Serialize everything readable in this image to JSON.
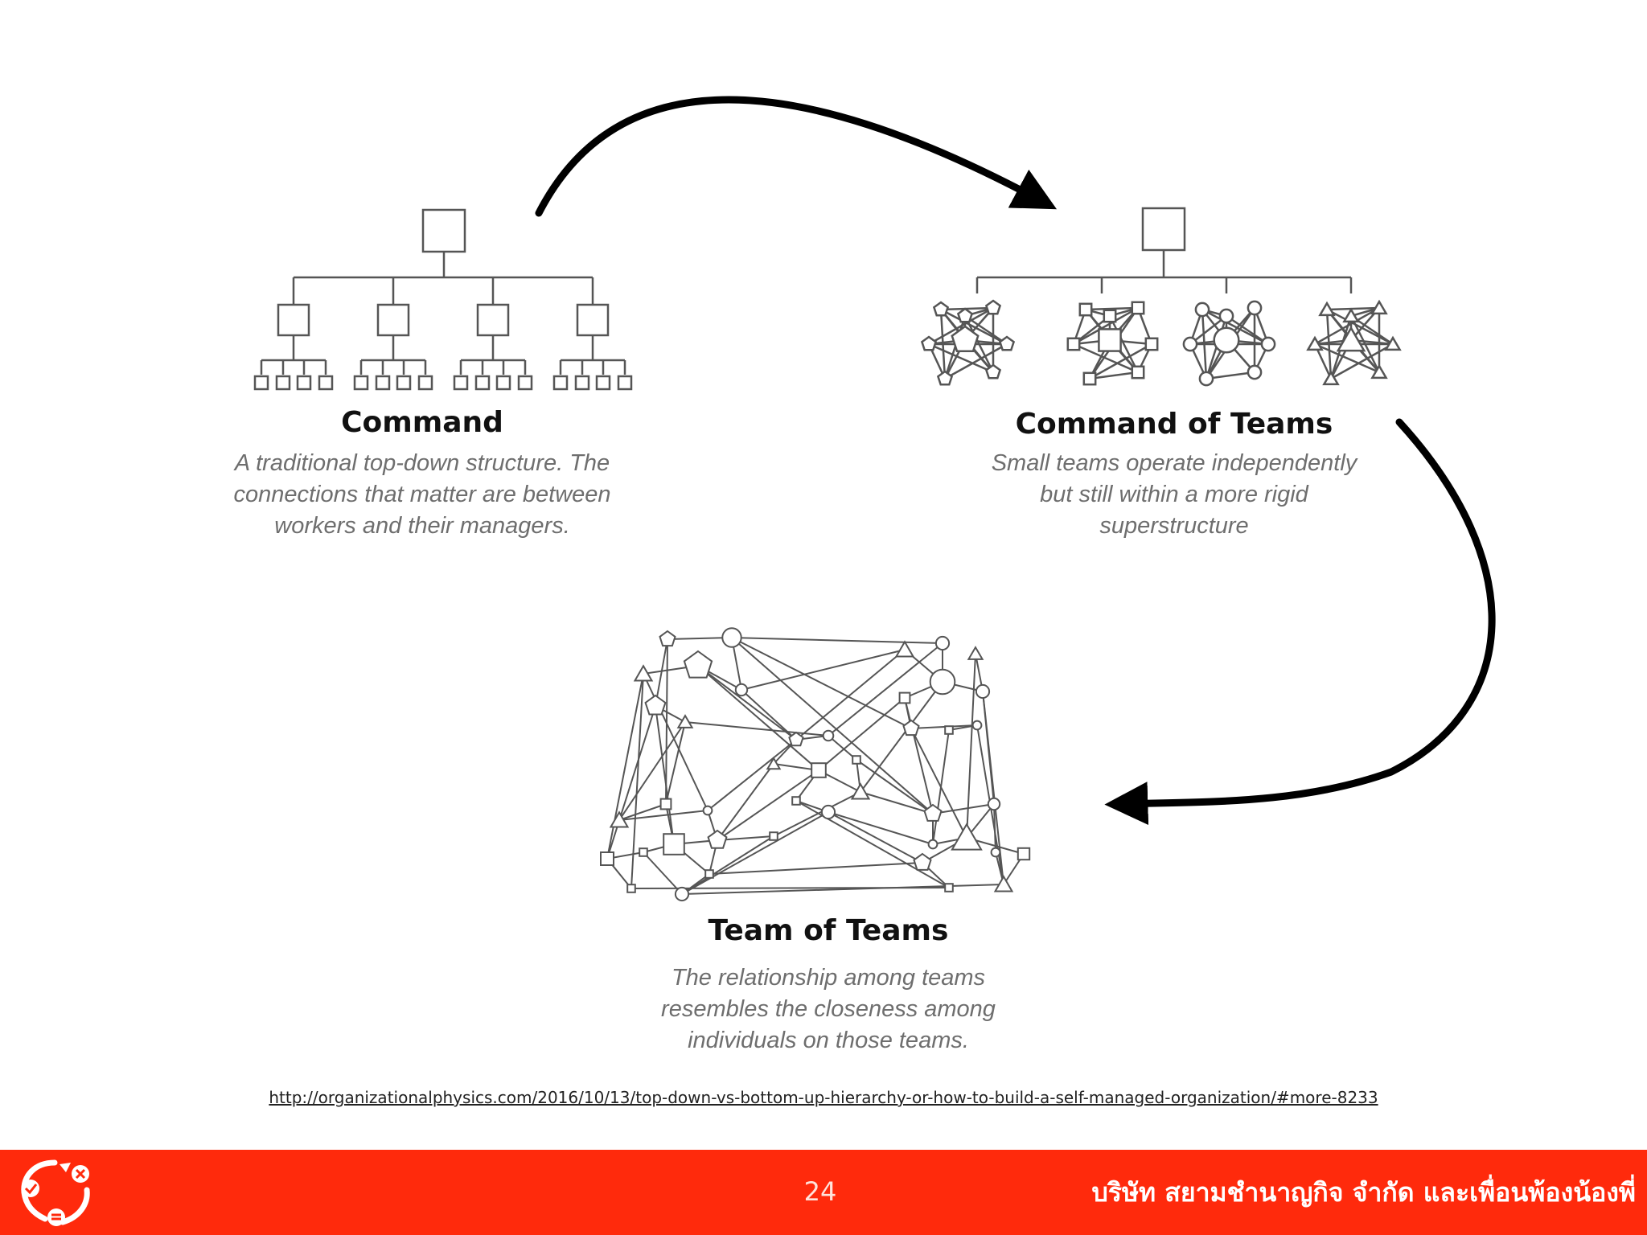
{
  "panels": {
    "command": {
      "title": "Command",
      "description": [
        "A traditional top-down structure. The",
        "connections that matter are between",
        "workers and their managers."
      ]
    },
    "command_of_teams": {
      "title": "Command of Teams",
      "description": [
        "Small teams operate independently",
        "but still within a more rigid",
        "superstructure"
      ]
    },
    "team_of_teams": {
      "title": "Team of Teams",
      "description": [
        "The relationship among teams",
        "resembles the closeness among",
        "individuals on those teams."
      ]
    }
  },
  "source_url": "http://organizationalphysics.com/2016/10/13/top-down-vs-bottom-up-hierarchy-or-how-to-build-a-self-managed-organization/#more-8233",
  "footer": {
    "page_number": "24",
    "company": "บริษัท สยามชำนาญกิจ จำกัด และเพื่อนพ้องน้องพี่"
  },
  "colors": {
    "footer_bg": "#ff2a0c",
    "line": "#555555",
    "arrow": "#000000"
  },
  "icons": [
    "logo-icon"
  ]
}
